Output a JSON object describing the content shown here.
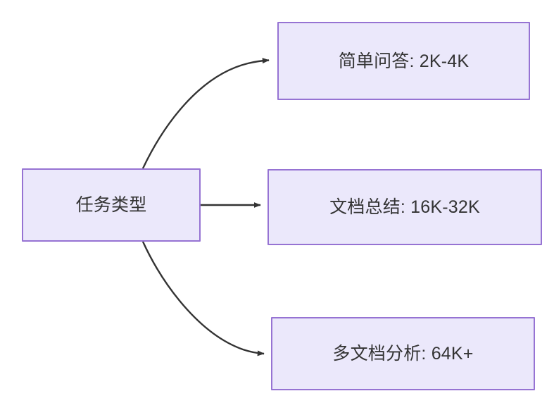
{
  "diagram": {
    "type": "flowchart",
    "direction": "left-to-right",
    "background_color": "#ffffff",
    "node_fill_color": "#ebe8fb",
    "node_border_color": "#9673d3",
    "node_text_color": "#333333",
    "edge_color": "#333333",
    "nodes": [
      {
        "id": "source",
        "label": "任务类型",
        "role": "root"
      },
      {
        "id": "simple-qa",
        "label": "简单问答: 2K-4K",
        "role": "leaf"
      },
      {
        "id": "doc-summary",
        "label": "文档总结: 16K-32K",
        "role": "leaf"
      },
      {
        "id": "multi-doc",
        "label": "多文档分析: 64K+",
        "role": "leaf"
      }
    ],
    "edges": [
      {
        "from": "source",
        "to": "simple-qa",
        "style": "curved",
        "arrow": "triangle",
        "label": ""
      },
      {
        "from": "source",
        "to": "doc-summary",
        "style": "straight",
        "arrow": "triangle",
        "label": ""
      },
      {
        "from": "source",
        "to": "multi-doc",
        "style": "curved",
        "arrow": "triangle",
        "label": ""
      }
    ]
  }
}
